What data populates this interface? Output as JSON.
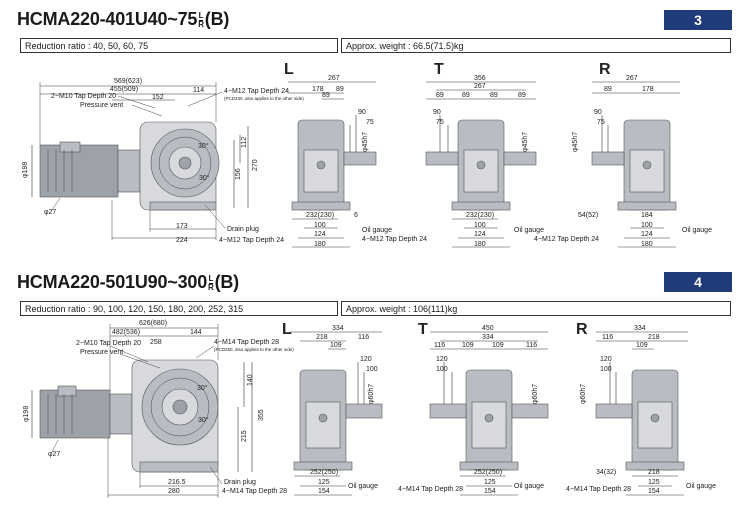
{
  "sections": [
    {
      "model": "HCMA220-401U40~75",
      "lr_top": "L",
      "lr_bottom": "R",
      "suffix": "(B)",
      "badge": "3",
      "reduction": "Reduction ratio : 40, 50, 60, 75",
      "weight": "Approx. weight : 66.5(71.5)kg",
      "side": {
        "dims": [
          "569(623)",
          "455(509)",
          "114",
          "152",
          "φ198",
          "φ27",
          "173",
          "224",
          "270",
          "156",
          "112",
          "30°",
          "30°"
        ],
        "labels": [
          "2−M10 Tap Depth 20",
          "Pressure vent",
          "4−M12 Tap Depth 24",
          "(PCD230, also applies to the other side)",
          "Drain plug",
          "4−M12 Tap Depth 24"
        ]
      },
      "views": [
        {
          "label": "L",
          "dims": [
            "267",
            "178",
            "89",
            "89",
            "90",
            "75",
            "φ45h7",
            "232(230)",
            "6",
            "100",
            "124",
            "180"
          ],
          "oil": "Oil gauge"
        },
        {
          "label": "T",
          "dims": [
            "356",
            "267",
            "89",
            "89",
            "89",
            "89",
            "90",
            "75",
            "φ45h7",
            "232(230)",
            "100",
            "124",
            "180"
          ],
          "oil": "Oil gauge"
        },
        {
          "label": "R",
          "dims": [
            "267",
            "89",
            "178",
            "90",
            "75",
            "φ45h7",
            "54(52)",
            "184",
            "100",
            "124",
            "180"
          ],
          "oil": "Oil gauge"
        }
      ],
      "shared_tap": "4−M12 Tap Depth 24"
    },
    {
      "model": "HCMA220-501U90~300",
      "lr_top": "L",
      "lr_bottom": "R",
      "suffix": "(B)",
      "badge": "4",
      "reduction": "Reduction ratio : 90, 100, 120, 150, 180, 200, 252, 315",
      "weight": "Approx. weight : 106(111)kg",
      "side": {
        "dims": [
          "626(680)",
          "482(536)",
          "144",
          "258",
          "φ198",
          "φ27",
          "216.5",
          "280",
          "355",
          "215",
          "140",
          "30°",
          "30°"
        ],
        "labels": [
          "2−M10 Tap Depth 20",
          "Pressure vent",
          "4−M14 Tap Depth 28",
          "(PCD250, also applies to the other side)",
          "Drain plug",
          "4−M14 Tap Depth 28"
        ]
      },
      "views": [
        {
          "label": "L",
          "dims": [
            "334",
            "218",
            "116",
            "109",
            "120",
            "100",
            "φ60h7",
            "252(250)",
            "125",
            "154"
          ],
          "oil": "Oil gauge"
        },
        {
          "label": "T",
          "dims": [
            "450",
            "334",
            "116",
            "109",
            "109",
            "116",
            "120",
            "100",
            "φ60h7",
            "252(250)",
            "125",
            "154"
          ],
          "oil": "Oil gauge"
        },
        {
          "label": "R",
          "dims": [
            "334",
            "116",
            "218",
            "109",
            "120",
            "100",
            "φ60h7",
            "34(32)",
            "218",
            "125",
            "154"
          ],
          "oil": "Oil gauge"
        }
      ],
      "shared_tap": "4−M14 Tap Depth 28"
    }
  ]
}
